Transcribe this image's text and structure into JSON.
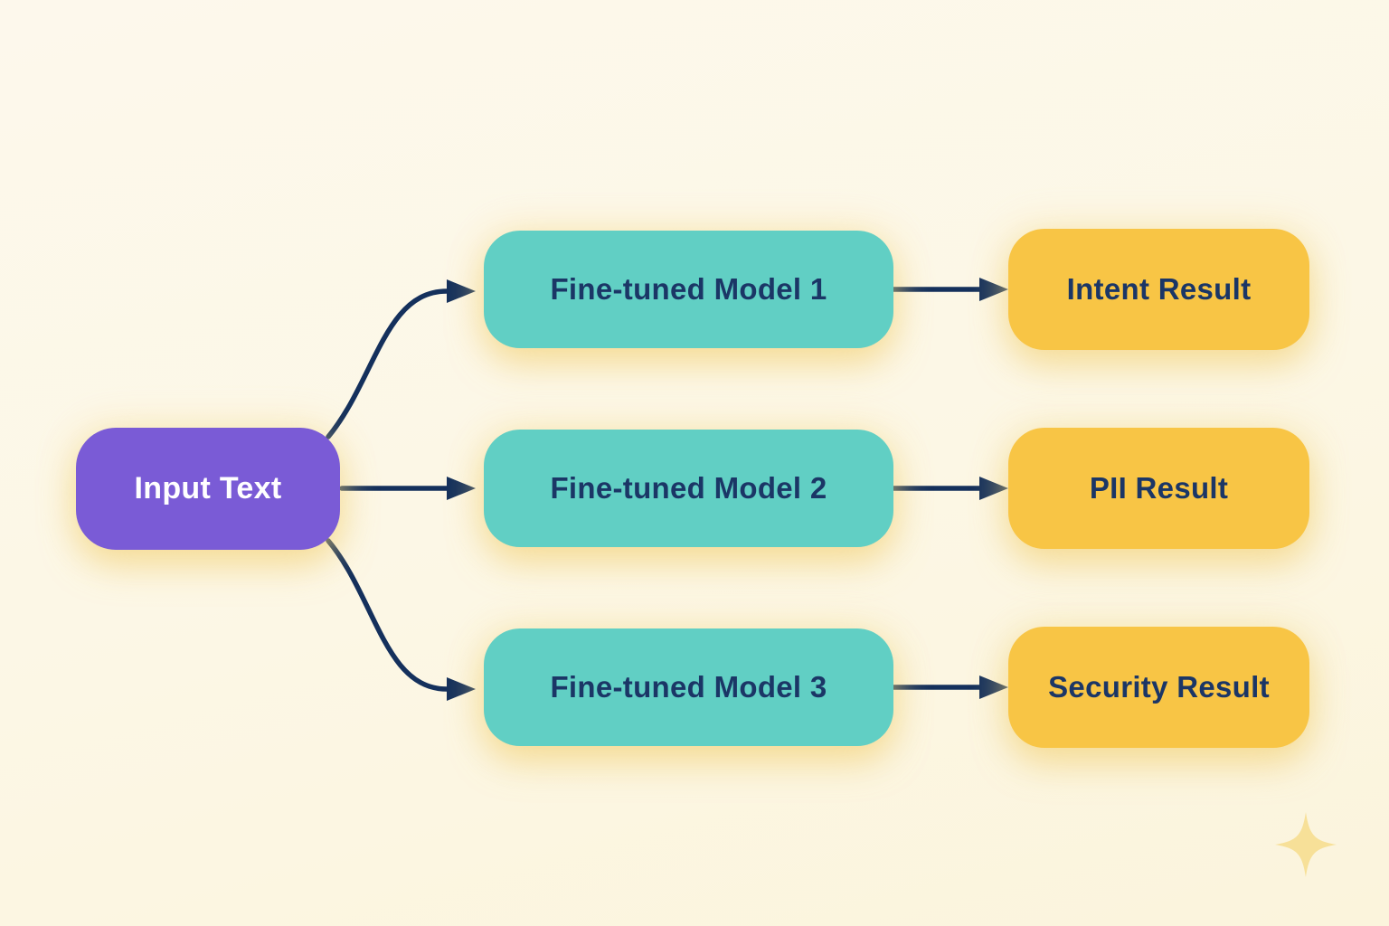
{
  "diagram": {
    "input_node": {
      "label": "Input Text"
    },
    "model_nodes": [
      {
        "label": "Fine-tuned Model 1"
      },
      {
        "label": "Fine-tuned Model 2"
      },
      {
        "label": "Fine-tuned Model 3"
      }
    ],
    "result_nodes": [
      {
        "label": "Intent Result"
      },
      {
        "label": "PII Result"
      },
      {
        "label": "Security Result"
      }
    ],
    "edges": [
      {
        "from": "input-text",
        "to": "fine-tuned-model-1"
      },
      {
        "from": "input-text",
        "to": "fine-tuned-model-2"
      },
      {
        "from": "input-text",
        "to": "fine-tuned-model-3"
      },
      {
        "from": "fine-tuned-model-1",
        "to": "intent-result"
      },
      {
        "from": "fine-tuned-model-2",
        "to": "pii-result"
      },
      {
        "from": "fine-tuned-model-3",
        "to": "security-result"
      }
    ]
  },
  "icons": {
    "sparkle": "four-pointed-sparkle"
  },
  "colors": {
    "background": "#FCF7E5",
    "input-fill": "#7A5BD6",
    "input-text": "#FFFFFF",
    "model-fill": "#61CFC4",
    "result-fill": "#F8C545",
    "node-text": "#1B3666",
    "arrow": "#14305C",
    "sparkle": "#F7E098"
  }
}
